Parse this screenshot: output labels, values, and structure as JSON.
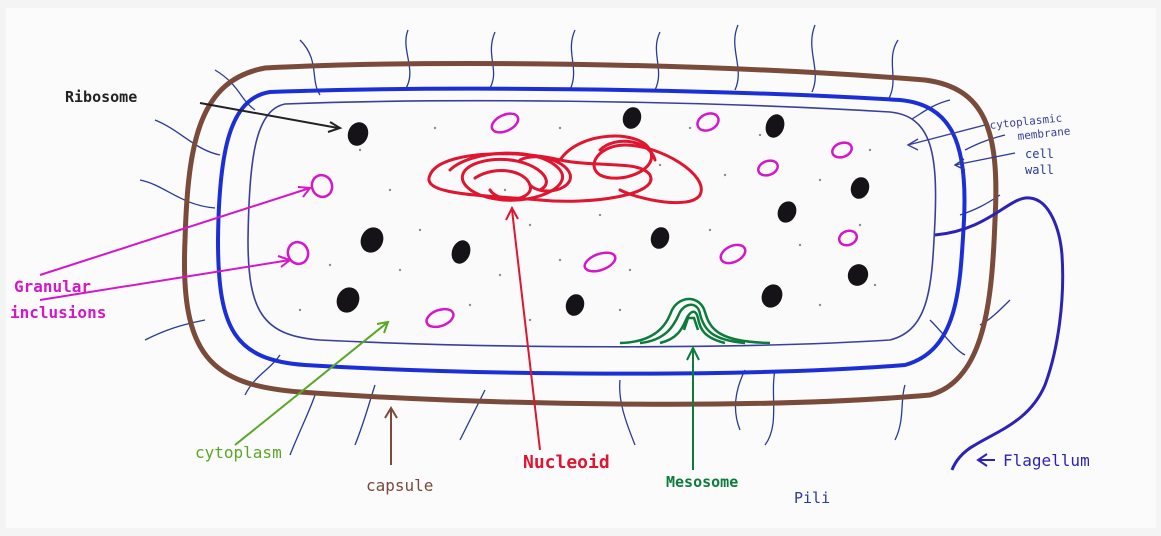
{
  "labels": {
    "ribosome": "Ribosome",
    "cytoplasmic_membrane_line1": "cytoplasmic",
    "cytoplasmic_membrane_line2": "membrane",
    "cell_wall_line1": "cell",
    "cell_wall_line2": "wall",
    "granular_line1": "Granular",
    "granular_line2": "inclusions",
    "cytoplasm": "cytoplasm",
    "capsule": "capsule",
    "nucleoid": "Nucleoid",
    "mesosome": "Mesosome",
    "pili": "Pili",
    "flagellum": "Flagellum"
  },
  "colors": {
    "capsule": "#7a4a3a",
    "cell_wall": "#1c2fd6",
    "membrane": "#3a3f9e",
    "ribosome": "#151218",
    "inclusion": "#d417c9",
    "nucleoid": "#e01530",
    "mesosome": "#0e7a3c",
    "cytoplasm_label": "#58a826",
    "pili": "#2a3a9a",
    "flagellum": "#2d22b8",
    "label_dark": "#222222"
  }
}
